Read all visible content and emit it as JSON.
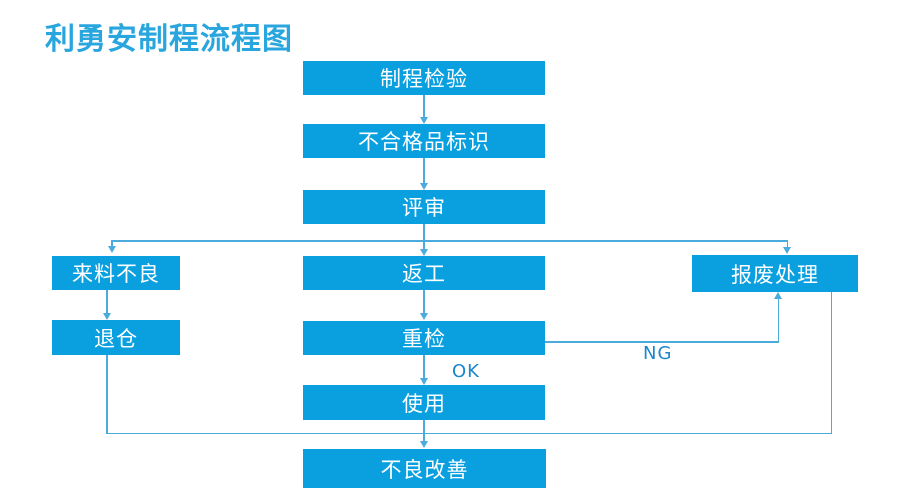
{
  "title": "利勇安制程流程图",
  "colors": {
    "title": "#2aa6de",
    "box_fill": "#0aa0e0",
    "box_text": "#ffffff",
    "connector": "#4aabdc",
    "edge_label": "#1d87cc",
    "background": "#ffffff"
  },
  "flowchart": {
    "nodes": [
      {
        "id": "process-inspection",
        "label": "制程检验"
      },
      {
        "id": "nonconforming-product-marking",
        "label": "不合格品标识"
      },
      {
        "id": "review",
        "label": "评审"
      },
      {
        "id": "incoming-material-defect",
        "label": "来料不良"
      },
      {
        "id": "rework",
        "label": "返工"
      },
      {
        "id": "scrap-disposal",
        "label": "报废处理"
      },
      {
        "id": "return-to-warehouse",
        "label": "退仓"
      },
      {
        "id": "recheck",
        "label": "重检"
      },
      {
        "id": "use",
        "label": "使用"
      },
      {
        "id": "defect-improvement",
        "label": "不良改善"
      }
    ],
    "edge_labels": {
      "ok": "OK",
      "ng": "NG"
    }
  }
}
